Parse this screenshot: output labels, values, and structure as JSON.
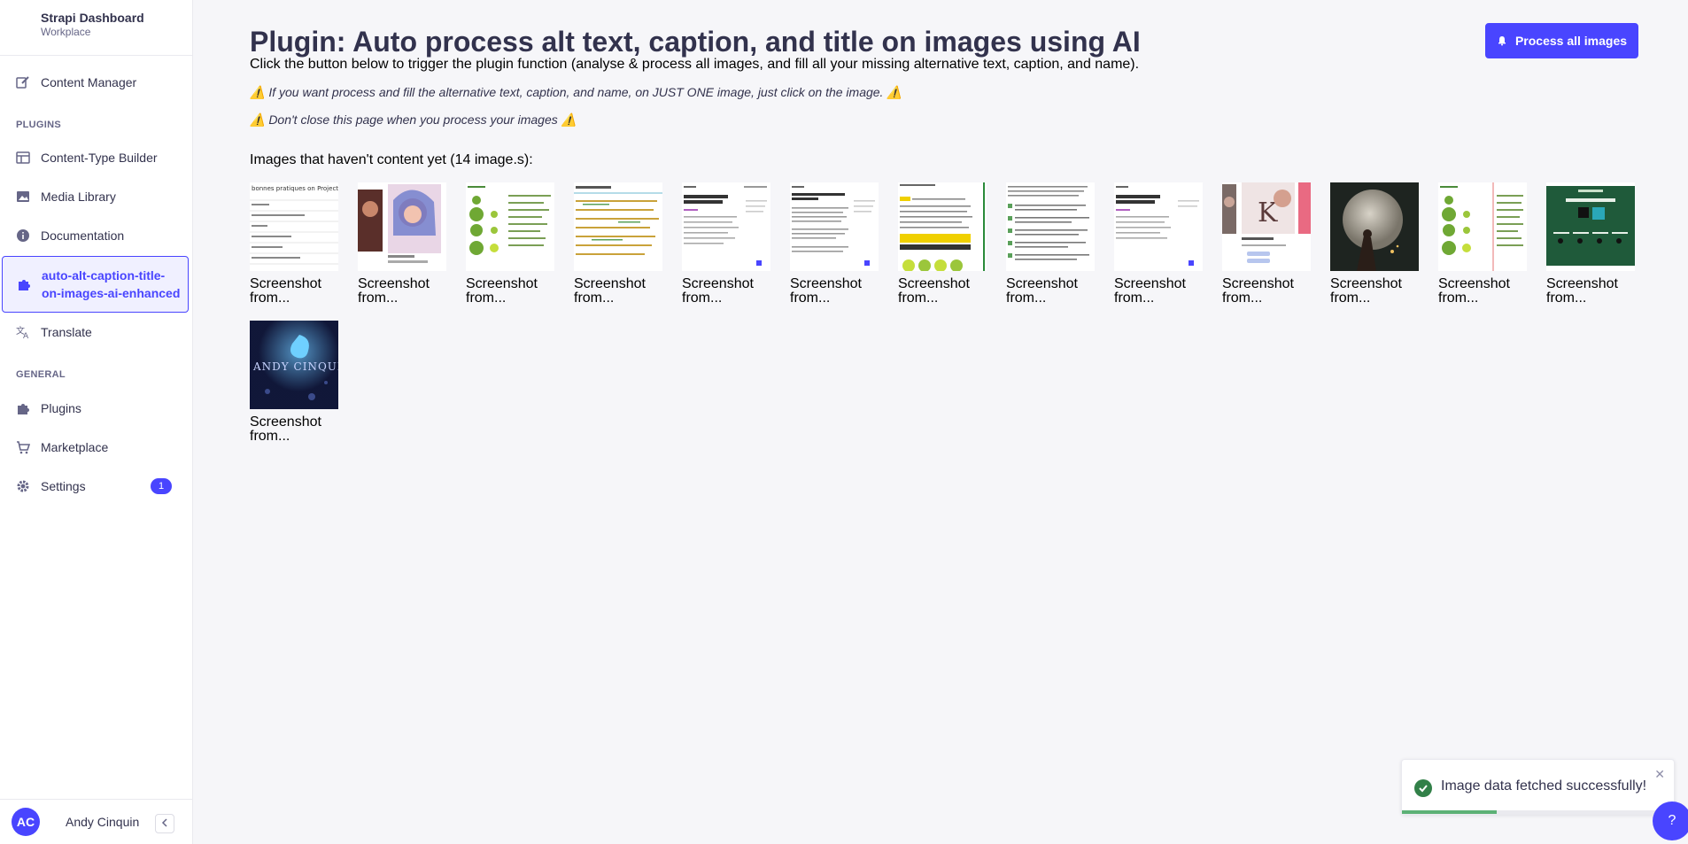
{
  "brand": {
    "title": "Strapi Dashboard",
    "subtitle": "Workplace"
  },
  "nav": {
    "content_manager": "Content Manager",
    "plugins_section": "PLUGINS",
    "content_type_builder": "Content-Type Builder",
    "media_library": "Media Library",
    "documentation": "Documentation",
    "active_plugin_line1": "auto-alt-caption-title-",
    "active_plugin_line2": "on-images-ai-enhanced",
    "translate": "Translate",
    "general_section": "GENERAL",
    "plugins": "Plugins",
    "marketplace": "Marketplace",
    "settings": "Settings",
    "settings_badge": "1"
  },
  "user": {
    "initials": "AC",
    "name": "Andy Cinquin"
  },
  "page": {
    "title": "Plugin: Auto process alt text, caption, and title on images using AI",
    "intro": "Click the button below to trigger the plugin function (analyse & process all images, and fill all your missing alternative text, caption, and name).",
    "warning1": "⚠️ If you want process and fill the alternative text, caption, and name, on JUST ONE image, just click on the image. ⚠️",
    "warning2": "⚠️ Don't close this page when you process your images ⚠️",
    "process_button": "Process all images",
    "images_heading": "Images that haven't content yet (14 image.s):"
  },
  "images": [
    {
      "caption1": "Screenshot",
      "caption2": "from...",
      "thumb_text": "bonnes pratiques on Project h"
    },
    {
      "caption1": "Screenshot",
      "caption2": "from..."
    },
    {
      "caption1": "Screenshot",
      "caption2": "from..."
    },
    {
      "caption1": "Screenshot",
      "caption2": "from..."
    },
    {
      "caption1": "Screenshot",
      "caption2": "from..."
    },
    {
      "caption1": "Screenshot",
      "caption2": "from..."
    },
    {
      "caption1": "Screenshot",
      "caption2": "from..."
    },
    {
      "caption1": "Screenshot",
      "caption2": "from..."
    },
    {
      "caption1": "Screenshot",
      "caption2": "from..."
    },
    {
      "caption1": "Screenshot",
      "caption2": "from..."
    },
    {
      "caption1": "Screenshot",
      "caption2": "from..."
    },
    {
      "caption1": "Screenshot",
      "caption2": "from..."
    },
    {
      "caption1": "Screenshot",
      "caption2": "from..."
    },
    {
      "caption1": "Screenshot",
      "caption2": "from...",
      "thumb_text": "ANDY CINQUIN"
    }
  ],
  "toast": {
    "message": "Image data fetched successfully!",
    "close": "✕",
    "progress": 0.35
  },
  "help": {
    "label": "?"
  },
  "colors": {
    "primary": "#4945ff",
    "success": "#328048",
    "sidebar_bg": "#ffffff",
    "page_bg": "#f6f6f9"
  }
}
